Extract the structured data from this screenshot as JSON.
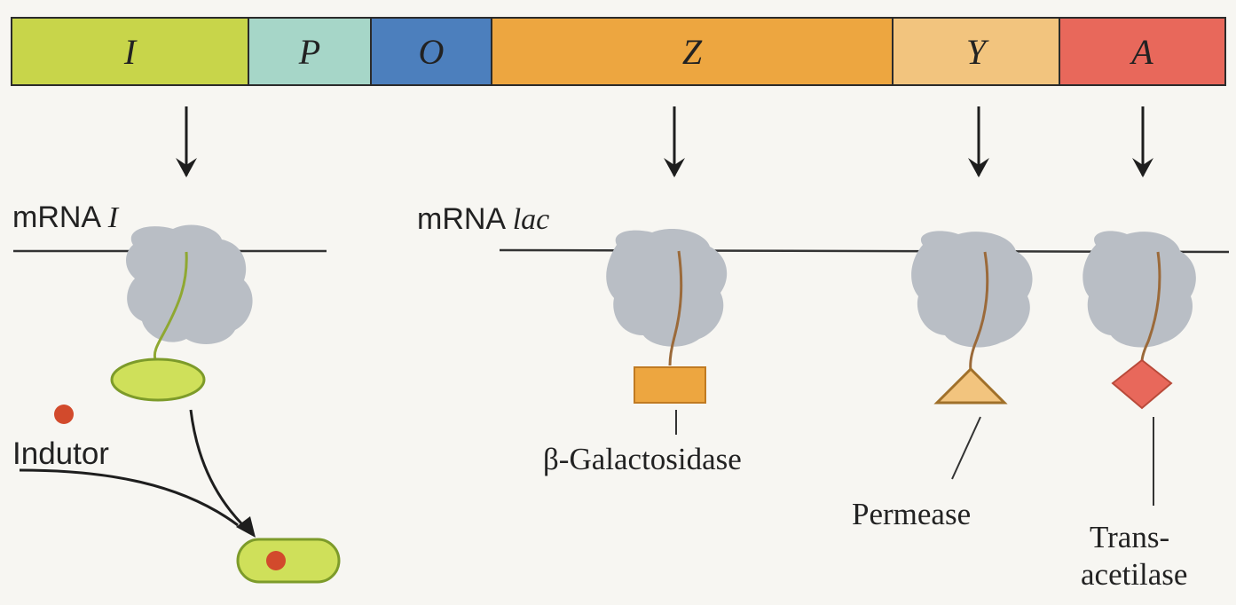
{
  "genes": [
    {
      "label": "I",
      "color": "#c8d54a"
    },
    {
      "label": "P",
      "color": "#a6d6c8"
    },
    {
      "label": "O",
      "color": "#4c7fbd"
    },
    {
      "label": "Z",
      "color": "#eda640"
    },
    {
      "label": "Y",
      "color": "#f2c47e"
    },
    {
      "label": "A",
      "color": "#e8685b"
    }
  ],
  "labels": {
    "mrna_prefix": "mRNA ",
    "mrna_i_gene": "I",
    "mrna_lac_gene": "lac",
    "inductor": "Indutor",
    "beta_galactosidase": "β-Galactosidase",
    "permease": "Permease",
    "transacetylase_line1": "Trans-",
    "transacetylase_line2": "acetilase"
  },
  "colors": {
    "ribosome": "#b9bec5",
    "repressor_fill": "#cfe05a",
    "repressor_stroke": "#7d9b2a",
    "inducer": "#d24a2c",
    "lacZ_protein": "#eda640",
    "permease_protein": "#f2c47e",
    "transacetylase_protein": "#e8685b",
    "chain_brown": "#9b6a3a",
    "chain_green": "#8fa832"
  }
}
